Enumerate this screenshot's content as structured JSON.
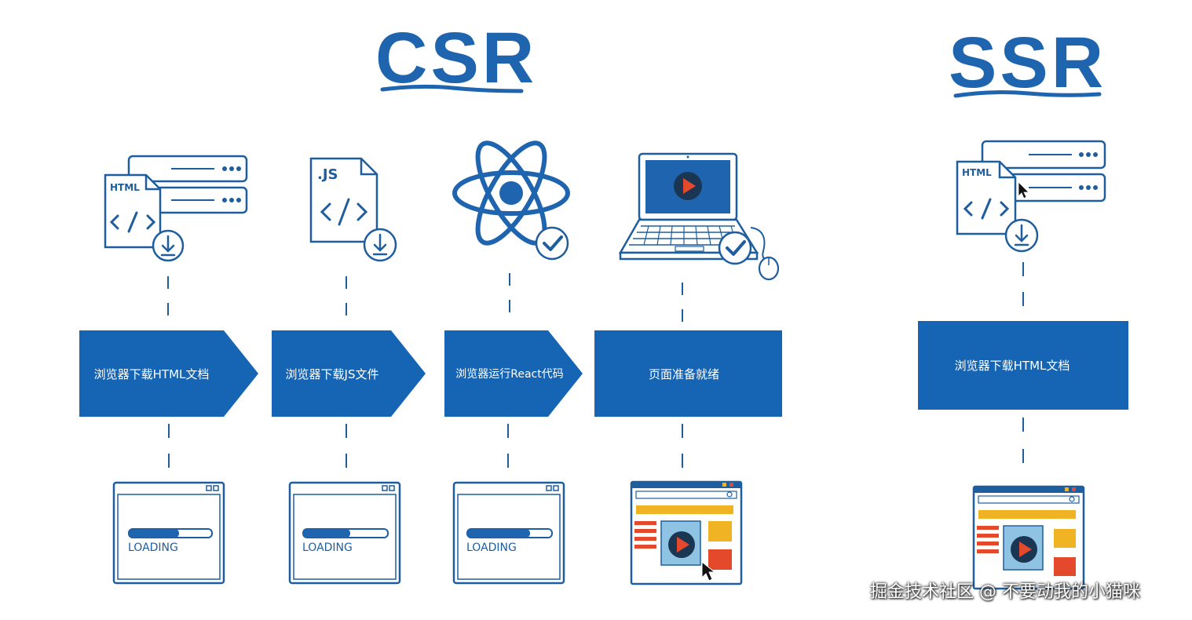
{
  "titles": {
    "csr": "CSR",
    "ssr": "SSR"
  },
  "csr_steps": [
    {
      "label": "浏览器下载HTML文档",
      "icon": "html-download-icon"
    },
    {
      "label": "浏览器下载JS文件",
      "icon": "js-download-icon"
    },
    {
      "label": "浏览器运行React代码",
      "icon": "react-check-icon"
    },
    {
      "label": "页面准备就绪",
      "icon": "laptop-ready-icon"
    }
  ],
  "ssr_steps": [
    {
      "label": "浏览器下载HTML文档",
      "icon": "html-download-icon"
    }
  ],
  "icon_text": {
    "html": "HTML",
    "js": ".JS",
    "loading": "LOADING"
  },
  "watermark": "掘金技术社区 @ 不要动我的小猫咪",
  "colors": {
    "primary": "#1f64ae",
    "outline": "#1f5e9e",
    "accent_yellow": "#f0b323",
    "accent_red": "#e5492b",
    "screen_blue": "#8fc3e3"
  }
}
